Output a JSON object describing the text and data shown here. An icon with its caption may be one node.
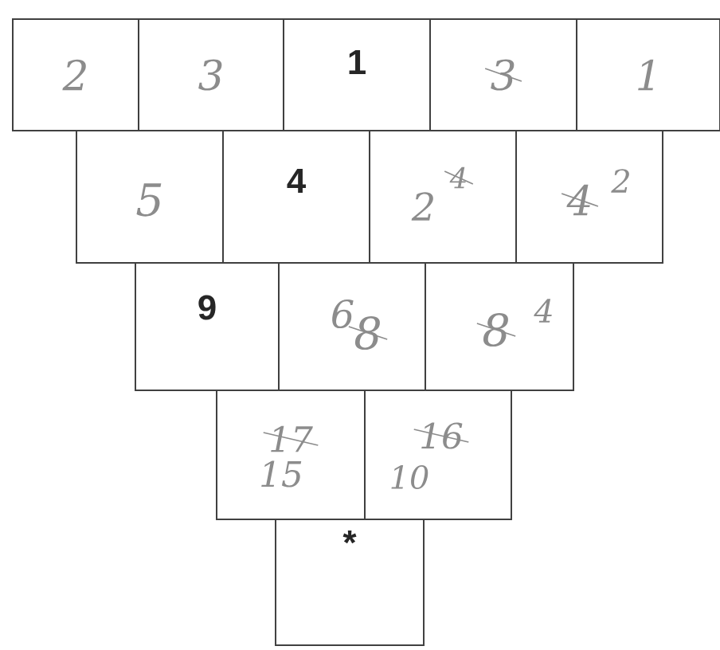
{
  "diagram": {
    "nodes": [
      {
        "text": [
          "2"
        ]
      },
      {
        "text": [
          "3"
        ]
      },
      {
        "text": [
          "1"
        ]
      },
      {
        "text": [
          "3"
        ]
      },
      {
        "text": [
          "1"
        ]
      },
      {
        "text": [
          "5"
        ]
      },
      {
        "text": [
          "4"
        ]
      },
      {
        "text": [
          "2",
          "4"
        ]
      },
      {
        "text": [
          "4",
          "2"
        ]
      },
      {
        "text": [
          "9"
        ]
      },
      {
        "text": [
          "6",
          "8"
        ]
      },
      {
        "text": [
          "8",
          "4"
        ]
      },
      {
        "text": [
          "17",
          "15"
        ]
      },
      {
        "text": [
          "16",
          "10"
        ]
      },
      {
        "text": [
          "*"
        ]
      }
    ]
  }
}
